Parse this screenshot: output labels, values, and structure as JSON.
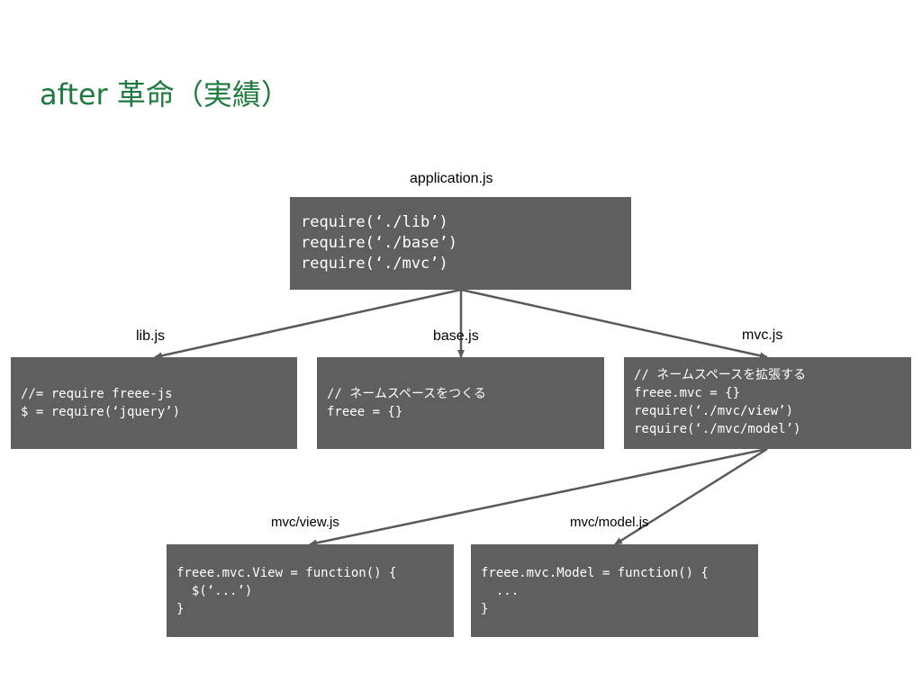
{
  "slide": {
    "title": "after 革命（実績）"
  },
  "nodes": {
    "application": {
      "filename": "application.js",
      "lines": [
        "require(‘./lib’)",
        "require(‘./base’)",
        "require(‘./mvc’)"
      ]
    },
    "lib": {
      "filename": "lib.js",
      "lines": [
        "//= require freee-js",
        "$ = require(‘jquery’)"
      ]
    },
    "base": {
      "filename": "base.js",
      "lines": [
        "// ネームスペースをつくる",
        "freee = {}"
      ]
    },
    "mvc": {
      "filename": "mvc.js",
      "lines": [
        "// ネームスペースを拡張する",
        "freee.mvc = {}",
        "require(‘./mvc/view’)",
        "require(‘./mvc/model’)"
      ]
    },
    "view": {
      "filename": "mvc/view.js",
      "lines": [
        "freee.mvc.View = function() {",
        "  $(‘...’)",
        "}"
      ]
    },
    "model": {
      "filename": "mvc/model.js",
      "lines": [
        "freee.mvc.Model = function() {",
        "  ...",
        "}"
      ]
    }
  },
  "colors": {
    "title": "#1f7a3f",
    "box": "#5f5f5f",
    "code_text": "#ffffff",
    "arrow": "#595959"
  }
}
